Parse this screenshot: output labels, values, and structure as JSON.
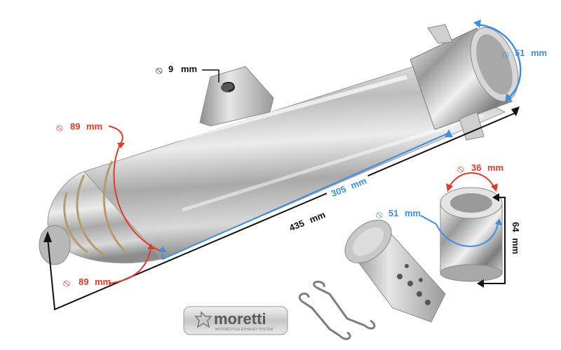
{
  "colors": {
    "red": "#e03a2a",
    "blue": "#3d8fe0",
    "black": "#111111",
    "steel": "#c9c9c9"
  },
  "dimensions": {
    "bracket_hole": {
      "symbol": "⦸",
      "value": "9",
      "unit": "mm"
    },
    "outlet": {
      "symbol": "⦸",
      "value": "51",
      "unit": "mm"
    },
    "inlet_top": {
      "symbol": "⦸",
      "value": "89",
      "unit": "mm"
    },
    "inlet_bottom": {
      "symbol": "⦸",
      "value": "89",
      "unit": "mm"
    },
    "tube_length": {
      "value": "305",
      "unit": "mm"
    },
    "total_length": {
      "value": "435",
      "unit": "mm"
    },
    "insert_inner": {
      "symbol": "⦸",
      "value": "36",
      "unit": "mm"
    },
    "insert_outer": {
      "symbol": "⦸",
      "value": "51",
      "unit": "mm"
    },
    "insert_height": {
      "value": "64",
      "unit": "mm"
    }
  },
  "logo": {
    "brand": "moretti",
    "tagline": "MOTORCYCLE EXHAUST SYSTEM"
  }
}
